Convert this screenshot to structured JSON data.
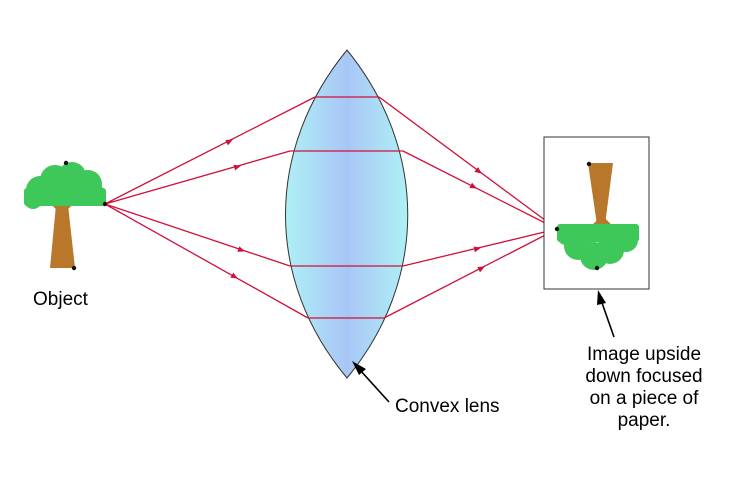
{
  "labels": {
    "object": "Object",
    "lens": "Convex lens",
    "image": "Image upside down focused on a piece of paper."
  },
  "colors": {
    "ray": "#d0103a",
    "lens_edge": "#aef0f6",
    "lens_center": "#a9c6f6",
    "lens_outline": "#333333",
    "foliage": "#3fc85a",
    "trunk": "#b8772b",
    "paper_border": "#333333"
  },
  "icons": {
    "object": "tree-icon",
    "image": "inverted-tree-icon"
  }
}
